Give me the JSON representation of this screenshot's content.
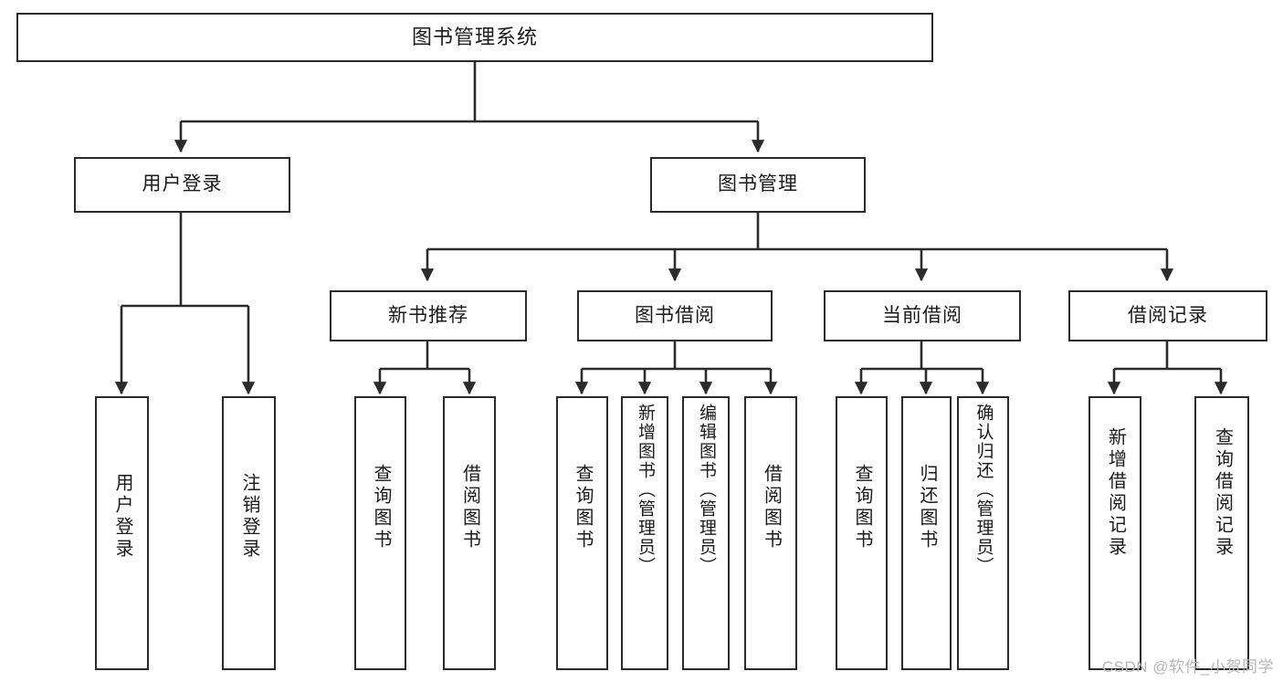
{
  "diagram": {
    "title": "图书管理系统",
    "type": "functional-structure-tree",
    "watermark": "CSDN @软件_小贺同学",
    "colors": {
      "node_border": "#2b2b2b",
      "node_fill": "#ffffff",
      "edge": "#2b2b2b",
      "text": "#1a1a1a",
      "watermark": "#b6b6b6",
      "background": "#ffffff"
    },
    "levels": {
      "root": "图书管理系统",
      "level2": [
        "用户登录",
        "图书管理"
      ],
      "level3": [
        "新书推荐",
        "图书借阅",
        "当前借阅",
        "借阅记录"
      ],
      "leaves": [
        "用户登录",
        "注销登录",
        "查询图书",
        "借阅图书",
        "查询图书",
        "新增图书（管理员）",
        "编辑图书（管理员）",
        "借阅图书",
        "查询图书",
        "归还图书",
        "确认归还（管理员）",
        "新增借阅记录",
        "查询借阅记录"
      ]
    },
    "nodes": {
      "root": {
        "label": "图书管理系统"
      },
      "user_login": {
        "label": "用户登录"
      },
      "book_manage": {
        "label": "图书管理"
      },
      "new_book_rec": {
        "label": "新书推荐"
      },
      "book_borrow": {
        "label": "图书借阅"
      },
      "current_borrow": {
        "label": "当前借阅"
      },
      "borrow_record": {
        "label": "借阅记录"
      },
      "leaf_user_login": {
        "label": "用户登录"
      },
      "leaf_user_logout": {
        "label": "注销登录"
      },
      "leaf_query_book_1": {
        "label": "查询图书"
      },
      "leaf_borrow_book_1": {
        "label": "借阅图书"
      },
      "leaf_query_book_2": {
        "label": "查询图书"
      },
      "leaf_add_book": {
        "label": "新增图书（管理员）"
      },
      "leaf_edit_book": {
        "label": "编辑图书（管理员）"
      },
      "leaf_borrow_book_2": {
        "label": "借阅图书"
      },
      "leaf_query_book_3": {
        "label": "查询图书"
      },
      "leaf_return_book": {
        "label": "归还图书"
      },
      "leaf_confirm_return": {
        "label": "确认归还（管理员）"
      },
      "leaf_add_record": {
        "label": "新增借阅记录"
      },
      "leaf_query_record": {
        "label": "查询借阅记录"
      }
    }
  }
}
